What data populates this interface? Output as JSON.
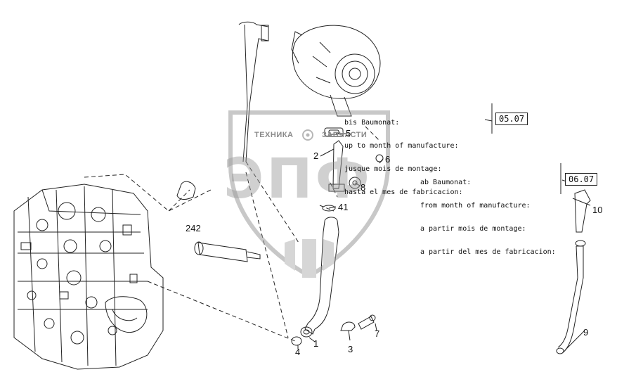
{
  "watermark": {
    "left_text": "ТЕХНИКА",
    "right_text": "ЗАПЧАСТИ",
    "big_text": "ЭПФ",
    "color": "#9a9a9a"
  },
  "notes": {
    "before": {
      "lines": [
        "bis Baumonat:",
        "up to month of manufacture:",
        "jusque mois de montage:",
        "hasta el mes de fabricacion:"
      ],
      "date": "05.07"
    },
    "after": {
      "lines": [
        "ab Baumonat:",
        "from month of manufacture:",
        "a partir mois de montage:",
        "a partir del mes de fabricacion:"
      ],
      "date": "06.07"
    }
  },
  "callouts": {
    "c1": "1",
    "c2": "2",
    "c3": "3",
    "c4": "4",
    "c5": "5",
    "c6": "6",
    "c7": "7",
    "c8": "8",
    "c9": "9",
    "c10": "10",
    "c41": "41",
    "c242": "242"
  },
  "icons": [
    "gear-icon",
    "shield-icon"
  ]
}
